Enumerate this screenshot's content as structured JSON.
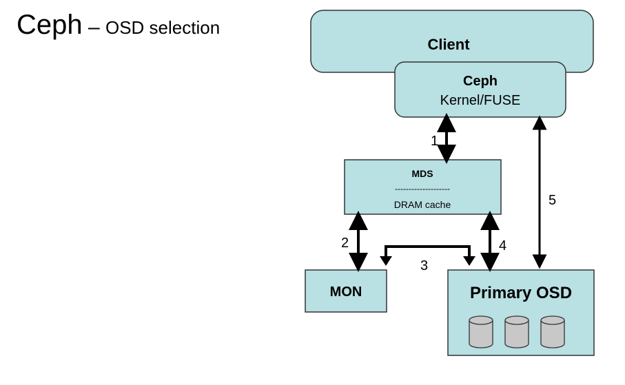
{
  "slide": {
    "title_main": "Ceph",
    "title_dash": " – ",
    "title_sub": "OSD selection"
  },
  "colors": {
    "box_fill": "#b9e0e3",
    "box_stroke": "#333333",
    "disk_fill": "#c8c8c8"
  },
  "diagram": {
    "client": {
      "label": "Client"
    },
    "ceph": {
      "line1": "Ceph",
      "line2": "Kernel/FUSE"
    },
    "mds": {
      "label": "MDS",
      "divider": "--------------------",
      "cache": "DRAM cache"
    },
    "mon": {
      "label": "MON"
    },
    "osd": {
      "label": "Primary OSD",
      "disks": [
        "disk-1",
        "disk-2",
        "disk-3"
      ]
    },
    "arrows": [
      "1",
      "2",
      "3",
      "4",
      "5"
    ]
  }
}
